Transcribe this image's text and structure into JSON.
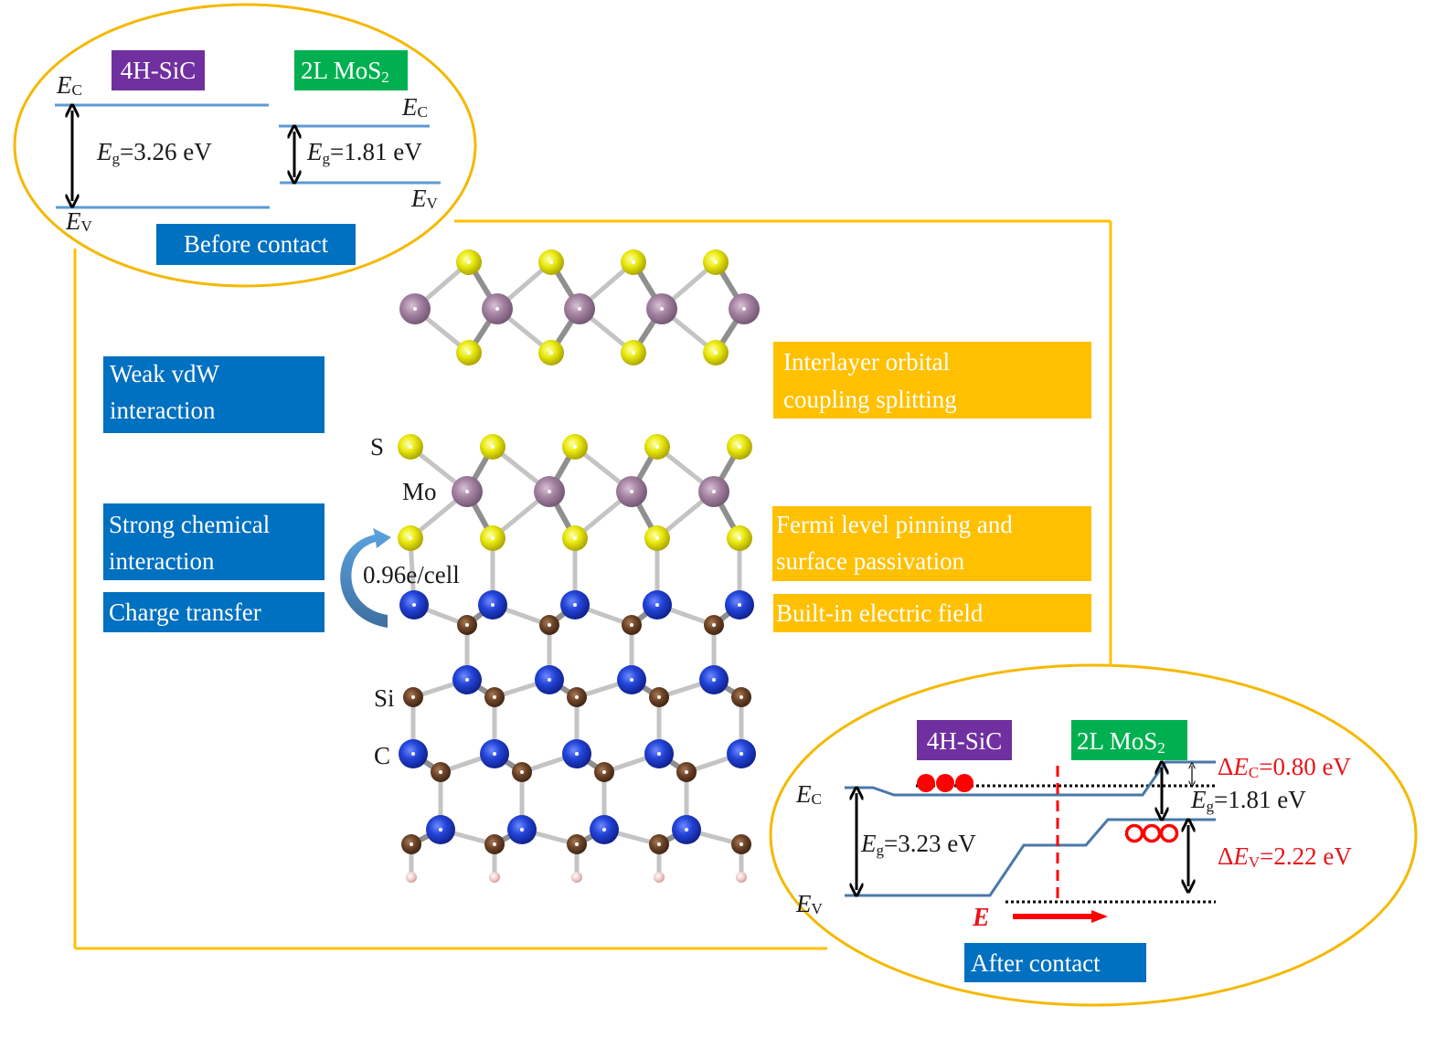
{
  "colors": {
    "frame": "#ffc000",
    "ellipse": "#f5b800",
    "blue_box": "#0070c0",
    "gold_box": "#ffc000",
    "purple_box": "#7030a0",
    "green_box": "#00b050",
    "band_line_before": "#5b9bd5",
    "band_line_after": "#4a78a8",
    "red": "#ff0000",
    "mo": "#a583a2",
    "s": "#e6e600",
    "si": "#1f3fd6",
    "c": "#6b4226",
    "h": "#f0c8c8",
    "bond": "#bcbcbc",
    "arrow": "#4e8fcc"
  },
  "before_contact": {
    "title": "Before contact",
    "left_material": "4H-SiC",
    "right_material_base": "2L MoS",
    "right_material_sub": "2",
    "left": {
      "ec_label": "E",
      "ec_sub": "C",
      "ev_label": "E",
      "ev_sub": "V",
      "eg_label": "E",
      "eg_sub": "g",
      "eg_value": "=3.26 eV"
    },
    "right": {
      "ec_label": "E",
      "ec_sub": "C",
      "ev_label": "E",
      "ev_sub": "V",
      "eg_label": "E",
      "eg_sub": "g",
      "eg_value": "=1.81 eV"
    }
  },
  "after_contact": {
    "title": "After contact",
    "left_material": "4H-SiC",
    "right_material_base": "2L MoS",
    "right_material_sub": "2",
    "ec_label": "E",
    "ec_sub": "C",
    "ev_label": "E",
    "ev_sub": "V",
    "eg_left": {
      "label": "E",
      "sub": "g",
      "value": "=3.23 eV"
    },
    "eg_right": {
      "label": "E",
      "sub": "g",
      "value": "=1.81 eV"
    },
    "delta_ec": {
      "prefix": "Δ",
      "label": "E",
      "sub": "C",
      "value": "=0.80 eV"
    },
    "delta_ev": {
      "prefix": "Δ",
      "label": "E",
      "sub": "V",
      "value": "=2.22 eV"
    },
    "field_label": "E",
    "electrons": 3,
    "holes": 3
  },
  "left_labels": {
    "weak_vdw": [
      "Weak vdW",
      "interaction"
    ],
    "strong_chem": [
      "Strong chemical",
      "interaction"
    ],
    "charge_transfer": "Charge transfer"
  },
  "right_labels": {
    "interlayer": [
      "Interlayer orbital",
      "coupling splitting"
    ],
    "fermi": [
      "Fermi level pinning and",
      "surface passivation"
    ],
    "builtin": "Built-in electric field"
  },
  "atom_labels": {
    "s": "S",
    "mo": "Mo",
    "si": "Si",
    "c": "C"
  },
  "charge_transfer_value": "0.96e/cell"
}
